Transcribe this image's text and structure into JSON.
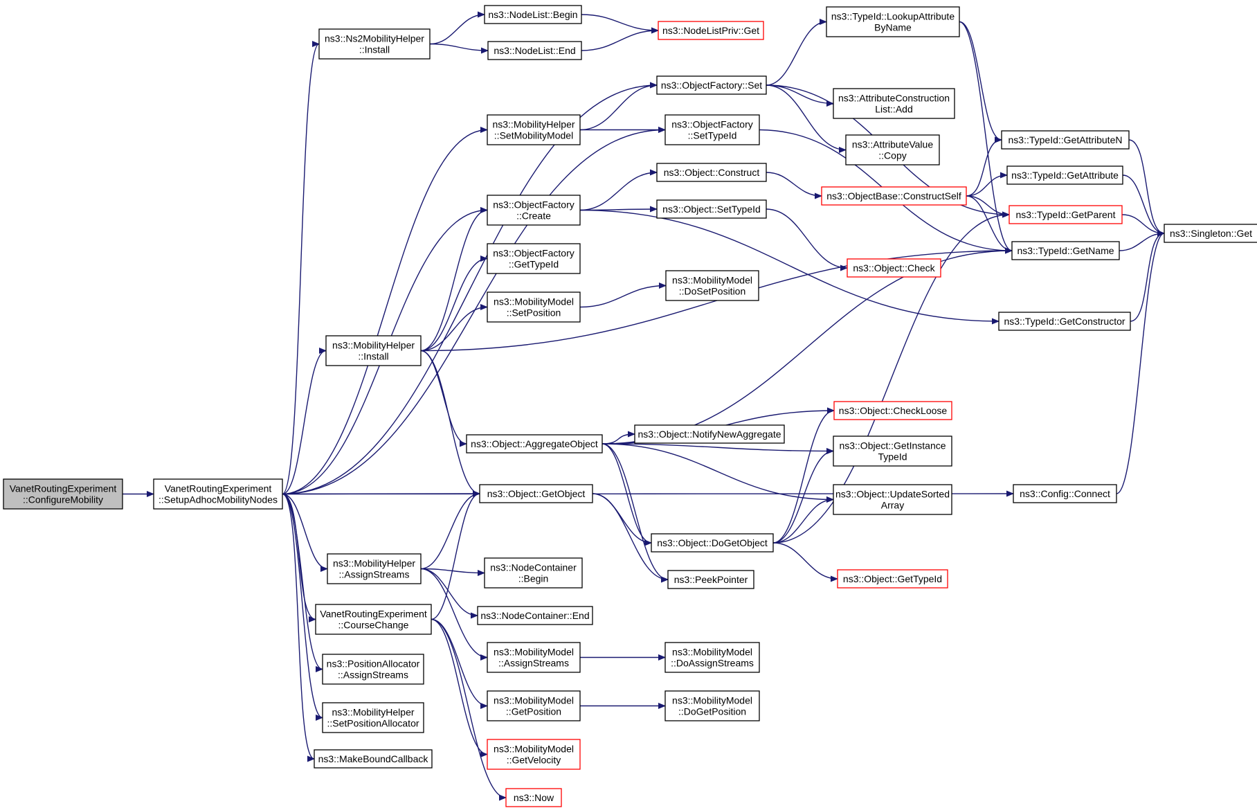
{
  "colors": {
    "edge": "#191970",
    "node_border": "#000000",
    "external_node_border": "#ff0000",
    "root_fill": "#bfbfbf",
    "node_fill": "#ffffff",
    "background": "#ffffff"
  },
  "nodes": [
    {
      "id": "n0",
      "lines": [
        "VanetRoutingExperiment",
        "::ConfigureMobility"
      ],
      "kind": "root"
    },
    {
      "id": "n1",
      "lines": [
        "VanetRoutingExperiment",
        "::SetupAdhocMobilityNodes"
      ],
      "kind": "normal"
    },
    {
      "id": "n2",
      "lines": [
        "ns3::Ns2MobilityHelper",
        "::Install"
      ],
      "kind": "normal"
    },
    {
      "id": "n3",
      "lines": [
        "ns3::NodeList::Begin"
      ],
      "kind": "normal"
    },
    {
      "id": "n4",
      "lines": [
        "ns3::NodeList::End"
      ],
      "kind": "normal"
    },
    {
      "id": "n5",
      "lines": [
        "ns3::NodeListPriv::Get"
      ],
      "kind": "external"
    },
    {
      "id": "n6",
      "lines": [
        "ns3::ObjectFactory::Set"
      ],
      "kind": "normal"
    },
    {
      "id": "n7",
      "lines": [
        "ns3::TypeId::LookupAttribute",
        "ByName"
      ],
      "kind": "normal"
    },
    {
      "id": "n8",
      "lines": [
        "ns3::AttributeConstruction",
        "List::Add"
      ],
      "kind": "normal"
    },
    {
      "id": "n9",
      "lines": [
        "ns3::AttributeValue",
        "::Copy"
      ],
      "kind": "normal"
    },
    {
      "id": "n10",
      "lines": [
        "ns3::MobilityHelper",
        "::SetMobilityModel"
      ],
      "kind": "normal"
    },
    {
      "id": "n11",
      "lines": [
        "ns3::ObjectFactory",
        "::SetTypeId"
      ],
      "kind": "normal"
    },
    {
      "id": "n12",
      "lines": [
        "ns3::TypeId::GetAttributeN"
      ],
      "kind": "normal"
    },
    {
      "id": "n13",
      "lines": [
        "ns3::TypeId::GetAttribute"
      ],
      "kind": "normal"
    },
    {
      "id": "n14",
      "lines": [
        "ns3::Object::Construct"
      ],
      "kind": "normal"
    },
    {
      "id": "n15",
      "lines": [
        "ns3::ObjectBase::ConstructSelf"
      ],
      "kind": "external"
    },
    {
      "id": "n16",
      "lines": [
        "ns3::ObjectFactory",
        "::Create"
      ],
      "kind": "normal"
    },
    {
      "id": "n17",
      "lines": [
        "ns3::Object::SetTypeId"
      ],
      "kind": "normal"
    },
    {
      "id": "n18",
      "lines": [
        "ns3::TypeId::GetParent"
      ],
      "kind": "external"
    },
    {
      "id": "n19",
      "lines": [
        "ns3::Singleton::Get"
      ],
      "kind": "normal"
    },
    {
      "id": "n20",
      "lines": [
        "ns3::TypeId::GetName"
      ],
      "kind": "normal"
    },
    {
      "id": "n21",
      "lines": [
        "ns3::ObjectFactory",
        "::GetTypeId"
      ],
      "kind": "normal"
    },
    {
      "id": "n22",
      "lines": [
        "ns3::Object::Check"
      ],
      "kind": "external"
    },
    {
      "id": "n23",
      "lines": [
        "ns3::MobilityModel",
        "::SetPosition"
      ],
      "kind": "normal"
    },
    {
      "id": "n24",
      "lines": [
        "ns3::MobilityModel",
        "::DoSetPosition"
      ],
      "kind": "normal"
    },
    {
      "id": "n25",
      "lines": [
        "ns3::TypeId::GetConstructor"
      ],
      "kind": "normal"
    },
    {
      "id": "n26",
      "lines": [
        "ns3::MobilityHelper",
        "::Install"
      ],
      "kind": "normal"
    },
    {
      "id": "n27",
      "lines": [
        "ns3::Object::CheckLoose"
      ],
      "kind": "external"
    },
    {
      "id": "n28",
      "lines": [
        "ns3::Object::AggregateObject"
      ],
      "kind": "normal"
    },
    {
      "id": "n29",
      "lines": [
        "ns3::Object::NotifyNewAggregate"
      ],
      "kind": "normal"
    },
    {
      "id": "n30",
      "lines": [
        "ns3::Object::GetInstance",
        "TypeId"
      ],
      "kind": "normal"
    },
    {
      "id": "n31",
      "lines": [
        "ns3::Object::GetObject"
      ],
      "kind": "normal"
    },
    {
      "id": "n32",
      "lines": [
        "ns3::Object::UpdateSorted",
        "Array"
      ],
      "kind": "normal"
    },
    {
      "id": "n33",
      "lines": [
        "ns3::Config::Connect"
      ],
      "kind": "normal"
    },
    {
      "id": "n34",
      "lines": [
        "ns3::Object::DoGetObject"
      ],
      "kind": "normal"
    },
    {
      "id": "n35",
      "lines": [
        "ns3::MobilityHelper",
        "::AssignStreams"
      ],
      "kind": "normal"
    },
    {
      "id": "n36",
      "lines": [
        "ns3::NodeContainer",
        "::Begin"
      ],
      "kind": "normal"
    },
    {
      "id": "n37",
      "lines": [
        "ns3::PeekPointer"
      ],
      "kind": "normal"
    },
    {
      "id": "n38",
      "lines": [
        "ns3::Object::GetTypeId"
      ],
      "kind": "external"
    },
    {
      "id": "n39",
      "lines": [
        "VanetRoutingExperiment",
        "::CourseChange"
      ],
      "kind": "normal"
    },
    {
      "id": "n40",
      "lines": [
        "ns3::NodeContainer::End"
      ],
      "kind": "normal"
    },
    {
      "id": "n41",
      "lines": [
        "ns3::MobilityModel",
        "::AssignStreams"
      ],
      "kind": "normal"
    },
    {
      "id": "n42",
      "lines": [
        "ns3::MobilityModel",
        "::DoAssignStreams"
      ],
      "kind": "normal"
    },
    {
      "id": "n43",
      "lines": [
        "ns3::PositionAllocator",
        "::AssignStreams"
      ],
      "kind": "normal"
    },
    {
      "id": "n44",
      "lines": [
        "ns3::MobilityModel",
        "::GetPosition"
      ],
      "kind": "normal"
    },
    {
      "id": "n45",
      "lines": [
        "ns3::MobilityModel",
        "::DoGetPosition"
      ],
      "kind": "normal"
    },
    {
      "id": "n46",
      "lines": [
        "ns3::MobilityHelper",
        "::SetPositionAllocator"
      ],
      "kind": "normal"
    },
    {
      "id": "n47",
      "lines": [
        "ns3::MobilityModel",
        "::GetVelocity"
      ],
      "kind": "external"
    },
    {
      "id": "n48",
      "lines": [
        "ns3::MakeBoundCallback"
      ],
      "kind": "normal"
    },
    {
      "id": "n49",
      "lines": [
        "ns3::Now"
      ],
      "kind": "external"
    }
  ],
  "edges": [
    [
      "n0",
      "n1"
    ],
    [
      "n1",
      "n2"
    ],
    [
      "n1",
      "n6"
    ],
    [
      "n1",
      "n10"
    ],
    [
      "n1",
      "n11"
    ],
    [
      "n1",
      "n16"
    ],
    [
      "n1",
      "n26"
    ],
    [
      "n1",
      "n31"
    ],
    [
      "n1",
      "n33"
    ],
    [
      "n1",
      "n35"
    ],
    [
      "n1",
      "n39"
    ],
    [
      "n1",
      "n43"
    ],
    [
      "n1",
      "n46"
    ],
    [
      "n1",
      "n48"
    ],
    [
      "n2",
      "n3"
    ],
    [
      "n2",
      "n4"
    ],
    [
      "n3",
      "n5"
    ],
    [
      "n4",
      "n5"
    ],
    [
      "n6",
      "n7"
    ],
    [
      "n6",
      "n8"
    ],
    [
      "n6",
      "n9"
    ],
    [
      "n6",
      "n18"
    ],
    [
      "n7",
      "n12"
    ],
    [
      "n7",
      "n20"
    ],
    [
      "n10",
      "n6"
    ],
    [
      "n10",
      "n11"
    ],
    [
      "n11",
      "n20"
    ],
    [
      "n12",
      "n19"
    ],
    [
      "n13",
      "n19"
    ],
    [
      "n14",
      "n15"
    ],
    [
      "n15",
      "n12"
    ],
    [
      "n15",
      "n13"
    ],
    [
      "n15",
      "n18"
    ],
    [
      "n15",
      "n20"
    ],
    [
      "n16",
      "n14"
    ],
    [
      "n16",
      "n17"
    ],
    [
      "n16",
      "n25"
    ],
    [
      "n17",
      "n22"
    ],
    [
      "n18",
      "n19"
    ],
    [
      "n20",
      "n19"
    ],
    [
      "n25",
      "n19"
    ],
    [
      "n26",
      "n16"
    ],
    [
      "n26",
      "n21"
    ],
    [
      "n26",
      "n23"
    ],
    [
      "n26",
      "n20"
    ],
    [
      "n26",
      "n28"
    ],
    [
      "n26",
      "n31"
    ],
    [
      "n23",
      "n24"
    ],
    [
      "n28",
      "n20"
    ],
    [
      "n28",
      "n27"
    ],
    [
      "n28",
      "n29"
    ],
    [
      "n28",
      "n30"
    ],
    [
      "n28",
      "n32"
    ],
    [
      "n28",
      "n34"
    ],
    [
      "n28",
      "n37"
    ],
    [
      "n31",
      "n34"
    ],
    [
      "n31",
      "n37"
    ],
    [
      "n34",
      "n27"
    ],
    [
      "n34",
      "n32"
    ],
    [
      "n34",
      "n30"
    ],
    [
      "n34",
      "n38"
    ],
    [
      "n34",
      "n18"
    ],
    [
      "n33",
      "n19"
    ],
    [
      "n35",
      "n31"
    ],
    [
      "n35",
      "n36"
    ],
    [
      "n35",
      "n40"
    ],
    [
      "n35",
      "n41"
    ],
    [
      "n39",
      "n31"
    ],
    [
      "n39",
      "n44"
    ],
    [
      "n39",
      "n47"
    ],
    [
      "n39",
      "n49"
    ],
    [
      "n41",
      "n42"
    ],
    [
      "n44",
      "n45"
    ]
  ]
}
